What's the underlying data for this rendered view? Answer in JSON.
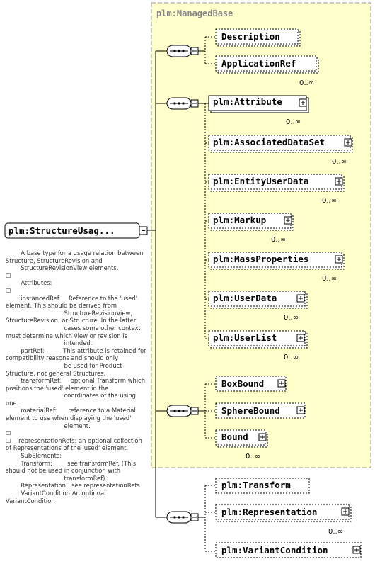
{
  "group": {
    "title": "plm:ManagedBase"
  },
  "root": {
    "label": "plm:StructureUsag..."
  },
  "elements": {
    "description": "Description",
    "application_ref": "ApplicationRef",
    "attribute": "plm:Attribute",
    "associated_data_set": "plm:AssociatedDataSet",
    "entity_user_data": "plm:EntityUserData",
    "markup": "plm:Markup",
    "mass_properties": "plm:MassProperties",
    "user_data": "plm:UserData",
    "user_list": "plm:UserList",
    "box_bound": "BoxBound",
    "sphere_bound": "SphereBound",
    "bound": "Bound",
    "transform": "plm:Transform",
    "representation": "plm:Representation",
    "variant_condition": "plm:VariantCondition"
  },
  "occurrence": "0..∞",
  "documentation": [
    "        A base type for a usage relation between Structure, StructureRevision and\n        StructureRevisionView elements.",
    "☐\n        Attributes:",
    "☐\n        instancedRef     Reference to the 'used' element. This should be derived from\n                               StructureRevisionView, StructureRevision, or Structure. In the latter\n                               cases some other context must determine which view or revision is\n                               intended.",
    "        partRef:          This attribute is retained for compatibility reasons and should only\n                               be used for Product Structure, not general Structures.",
    "        transformRef:     optional Transform which positions the 'used' element in the\n                               coordinates of the using one.",
    "        materialRef:      reference to a Material element to use when displaying the 'used'\n                               element.",
    "☐\n☐    representationRefs: an optional collection of Representations of the 'used' element.",
    "        SubElements:",
    "        Transform:        see transformRef. (This should not be used in conjunction with\n                               transformRef).\n        Representation:  see representationRefs\n        VariantCondition:An optional VariantCondition"
  ]
}
